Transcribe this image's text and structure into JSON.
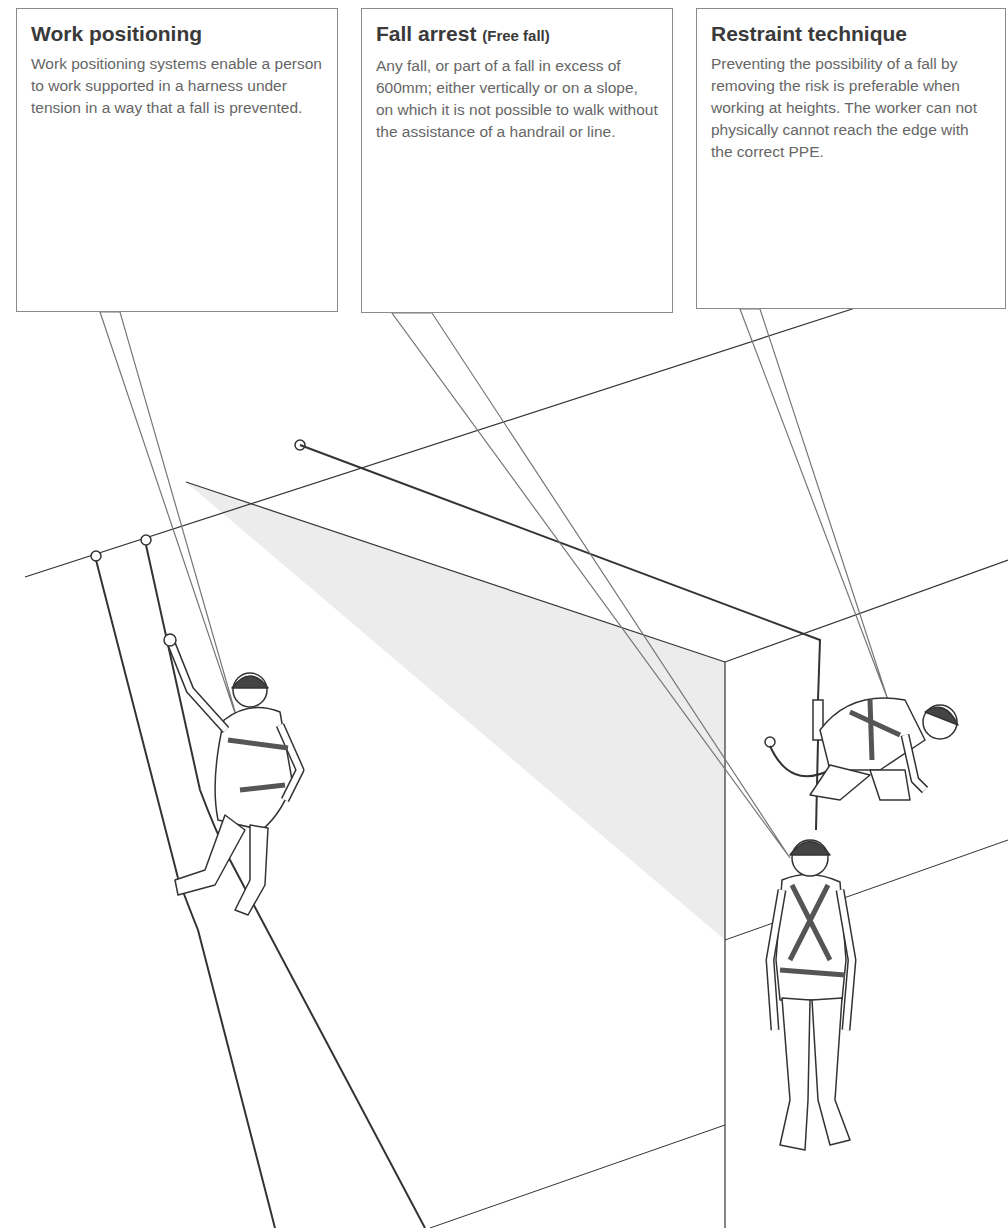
{
  "diagram": {
    "nodes": [
      {
        "text": [
          "Work positioning",
          "Work positioning systems enable a person to work supported in a harness under tension in a way that a fall is prevented."
        ]
      },
      {
        "text": [
          "Fall arrest",
          "(Free fall)",
          "Any fall, or part of a fall in excess of 600mm; either vertically or on a slope, on which it is not possible to walk without the assistance of a handrail or line."
        ]
      },
      {
        "text": [
          "Restraint technique",
          "Preventing the possibility of a fall by removing the risk is preferable when working at heights. The worker can not physically cannot reach the edge with the correct PPE."
        ]
      }
    ]
  }
}
